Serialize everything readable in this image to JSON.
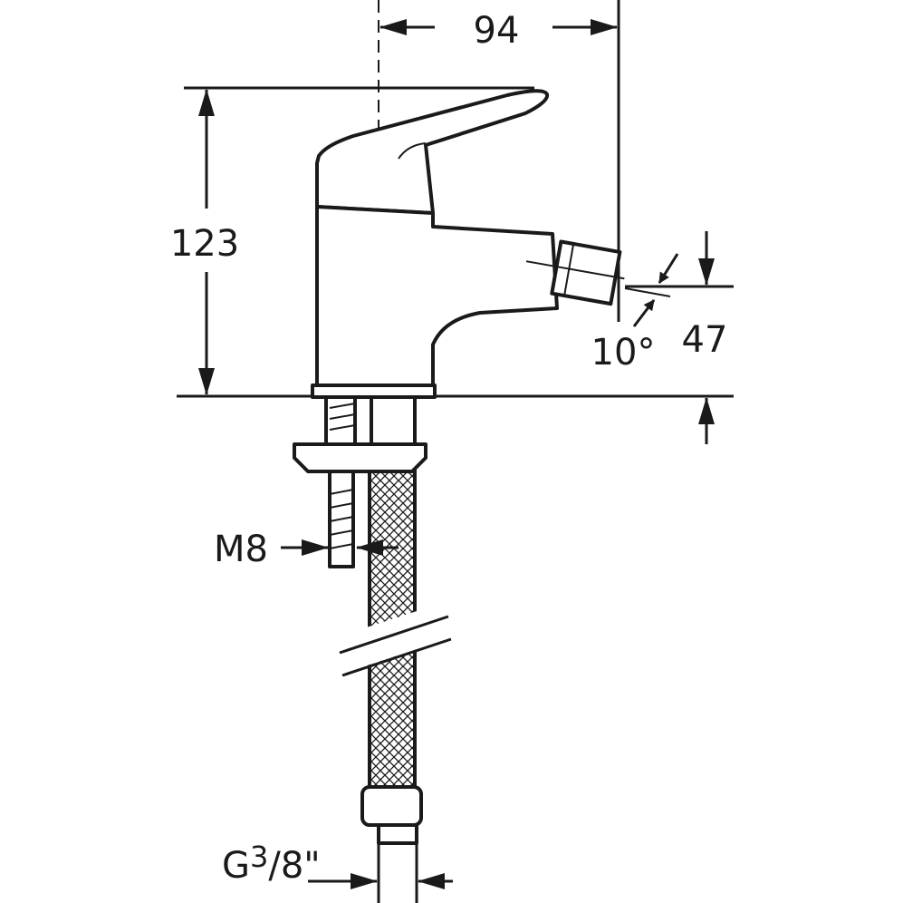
{
  "dimensions": {
    "width_label": "94",
    "height_label": "123",
    "spout_height_label": "47",
    "angle_label": "10°",
    "stud_label": "M8",
    "connection_label_prefix": "G",
    "connection_label_fraction": "3",
    "connection_label_suffix": "/8\""
  }
}
